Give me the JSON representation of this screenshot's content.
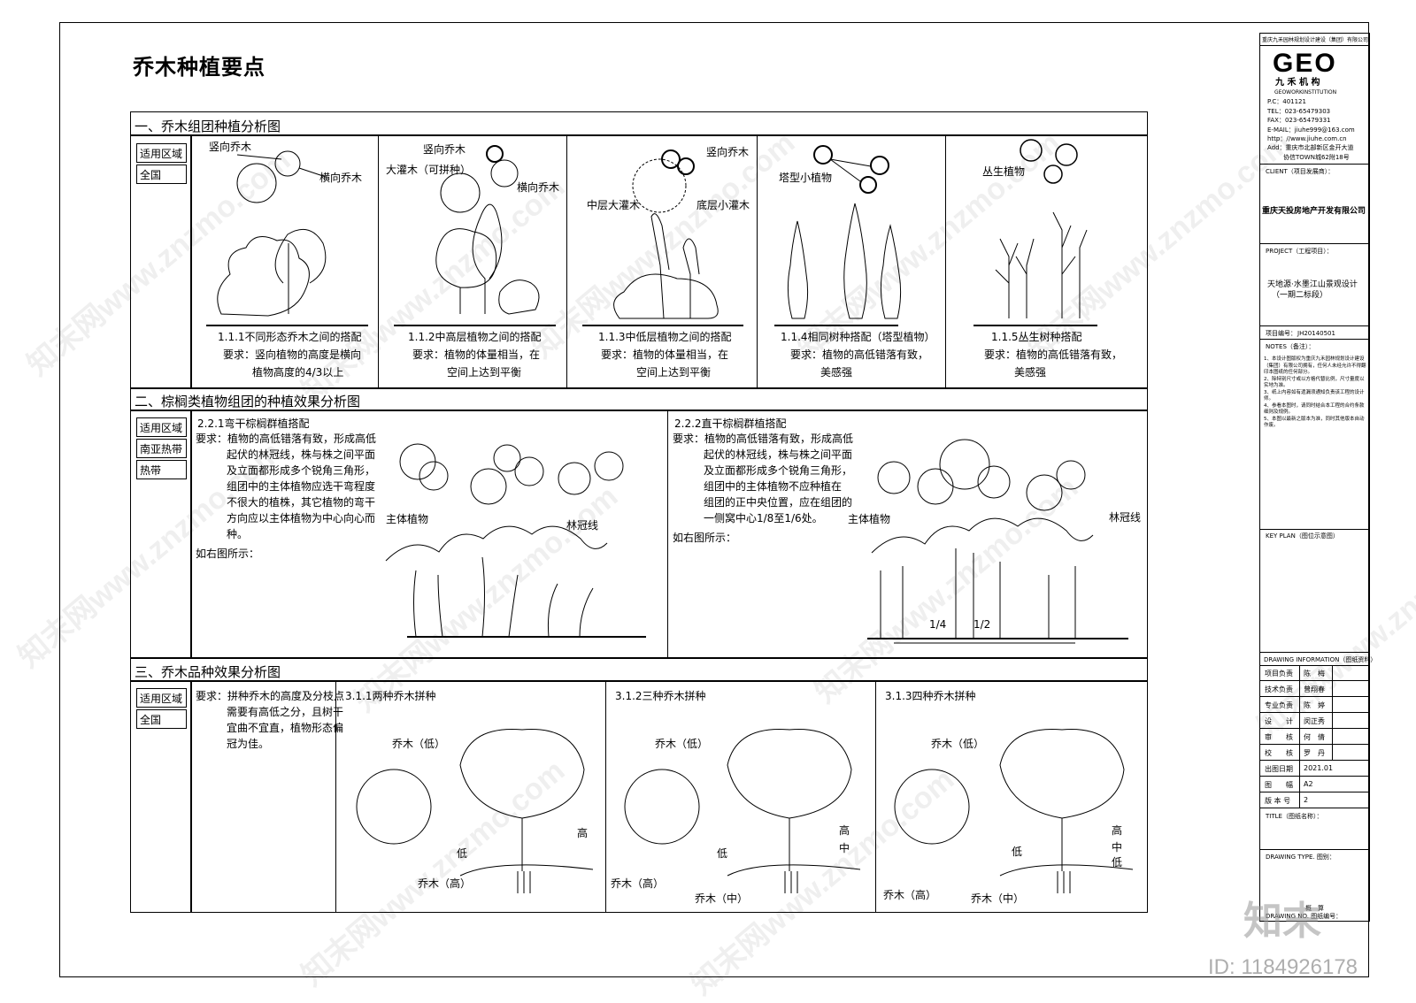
{
  "page_title": "乔木种植要点",
  "section1": {
    "heading": "一、乔木组团种植分析图",
    "region_label": "适用区域",
    "region_value": "全国",
    "panels": [
      {
        "labels": [
          "竖向乔木",
          "横向乔木"
        ],
        "caption": "1.1.1不同形态乔木之间的搭配",
        "req1": "要求：竖向植物的高度是横向",
        "req2": "植物高度的4/3以上"
      },
      {
        "labels": [
          "竖向乔木",
          "大灌木（可拼种）",
          "横向乔木"
        ],
        "caption": "1.1.2中高层植物之间的搭配",
        "req1": "要求：植物的体量相当，在",
        "req2": "空间上达到平衡"
      },
      {
        "labels": [
          "竖向乔木",
          "中层大灌木",
          "底层小灌木"
        ],
        "caption": "1.1.3中低层植物之间的搭配",
        "req1": "要求：植物的体量相当，在",
        "req2": "空间上达到平衡"
      },
      {
        "labels": [
          "塔型小植物"
        ],
        "caption": "1.1.4相同树种搭配（塔型植物）",
        "req1": "要求：植物的高低错落有致，",
        "req2": "美感强"
      },
      {
        "labels": [
          "丛生植物"
        ],
        "caption": "1.1.5丛生树种搭配",
        "req1": "要求：植物的高低错落有致，",
        "req2": "美感强"
      }
    ]
  },
  "section2": {
    "heading": "二、棕榈类植物组团的种植效果分析图",
    "region_label": "适用区域",
    "region_value1": "南亚热带",
    "region_value2": "热带",
    "left": {
      "title": "2.2.1弯干棕榈群植搭配",
      "lines": [
        "要求：植物的高低错落有致，形成高低",
        "起伏的林冠线，株与株之间平面",
        "及立面都形成多个锐角三角形，",
        "组团中的主体植物应选干弯程度",
        "不很大的植株，其它植物的弯干",
        "方向应以主体植物为中心向心而",
        "种。",
        "如右图所示："
      ],
      "main_label": "主体植物",
      "canopy_label": "林冠线"
    },
    "right": {
      "title": "2.2.2直干棕榈群植搭配",
      "lines": [
        "要求：植物的高低错落有致，形成高低",
        "起伏的林冠线，株与株之间平面",
        "及立面都形成多个锐角三角形，",
        "组团中的主体植物不应种植在",
        "组团的正中央位置，应在组团的",
        "一侧窝中心1/8至1/6处。",
        "如右图所示："
      ],
      "main_label": "主体植物",
      "canopy_label": "林冠线",
      "dim1": "1/4",
      "dim2": "1/2"
    }
  },
  "section3": {
    "heading": "三、乔木品种效果分析图",
    "region_label": "适用区域",
    "region_value": "全国",
    "req_lines": [
      "要求：拼种乔木的高度及分枝点",
      "需要有高低之分，且树干",
      "宜曲不宜直，植物形态偏",
      "冠为佳。"
    ],
    "panels": [
      {
        "title": "3.1.1两种乔木拼种",
        "low_tree": "乔木（低）",
        "high_tree": "乔木（高）",
        "mid_tree": "",
        "low": "低",
        "high": "高",
        "mid": ""
      },
      {
        "title": "3.1.2三种乔木拼种",
        "low_tree": "乔木（低）",
        "high_tree": "乔木（高）",
        "mid_tree": "乔木（中）",
        "low": "低",
        "high": "高",
        "mid": "中"
      },
      {
        "title": "3.1.3四种乔木拼种",
        "low_tree": "乔木（低）",
        "high_tree": "乔木（高）",
        "mid_tree": "乔木（中）",
        "low": "低",
        "high": "高",
        "mid": "中"
      }
    ]
  },
  "title_block": {
    "company": "重庆九禾园林规划设计建设（集团）有限公司",
    "logo": "GEO",
    "logo_sub": "九 禾 机 构",
    "logo_en": "GEOWORKINSTITUTION",
    "pc": "P.C：401121",
    "tel": "TEL：023-65479303",
    "fax": "FAX：023-65479331",
    "email": "E-MAIL：jiuhe999@163.com",
    "http": "http：//www.jiuhe.com.cn",
    "add1": "Add：重庆市北部新区金开大道",
    "add2": "协信TOWN城62附18号",
    "client_label": "CLIENT（项目发展商）：",
    "client": "重庆天投房地产开发有限公司",
    "project_label": "PROJECT（工程项目）：",
    "project1": "天地源·水墨江山景观设计",
    "project2": "（一期二标段）",
    "project_no_label": "项目编号：",
    "project_no": "JH20140501",
    "notes_label": "NOTES（备注）：",
    "notes": [
      "1、本设计图版权为重庆九禾园林规划设计建设（集团）有限公司拥有，任何人未经允许不得翻印本图纸的任何部分。",
      "2、除特别尺寸或以方格代替比例，尺寸量度以实地为准。",
      "3、纸上内容如有遗漏须通知负责该工程的设计师。",
      "4、参看本图时，请同时结合本工程的合约条款细则及规例。",
      "5、本图以最新之版本为准，同时其他版本自动作废。"
    ],
    "keyplan_label": "KEY PLAN（图位示意图）",
    "drawing_info_label": "DRAWING INFORMATION（图纸资料）",
    "rows": [
      {
        "k": "项目负责",
        "v": "陈　梅"
      },
      {
        "k": "技术负责",
        "v": "曾翔春"
      },
      {
        "k": "专业负责",
        "v": "陈　婷"
      },
      {
        "k": "设　　计",
        "v": "闵正秀"
      },
      {
        "k": "审　　核",
        "v": "何　倩"
      },
      {
        "k": "校　　核",
        "v": "罗　丹"
      }
    ],
    "date_k": "出图日期",
    "date_v": "2021.01",
    "size_k": "图　　幅",
    "size_v": "A2",
    "ver_k": "版 本 号",
    "ver_v": "2",
    "title_label": "TITLE（图纸名称）：",
    "type_label": "DRAWING TYPE. 图别：",
    "type_v": "概　算",
    "no_label": "DRAWING NO. 图纸编号："
  },
  "watermark": {
    "logo": "知末",
    "id": "ID: 1184926178",
    "site": "知末网www.znzmo.com"
  }
}
